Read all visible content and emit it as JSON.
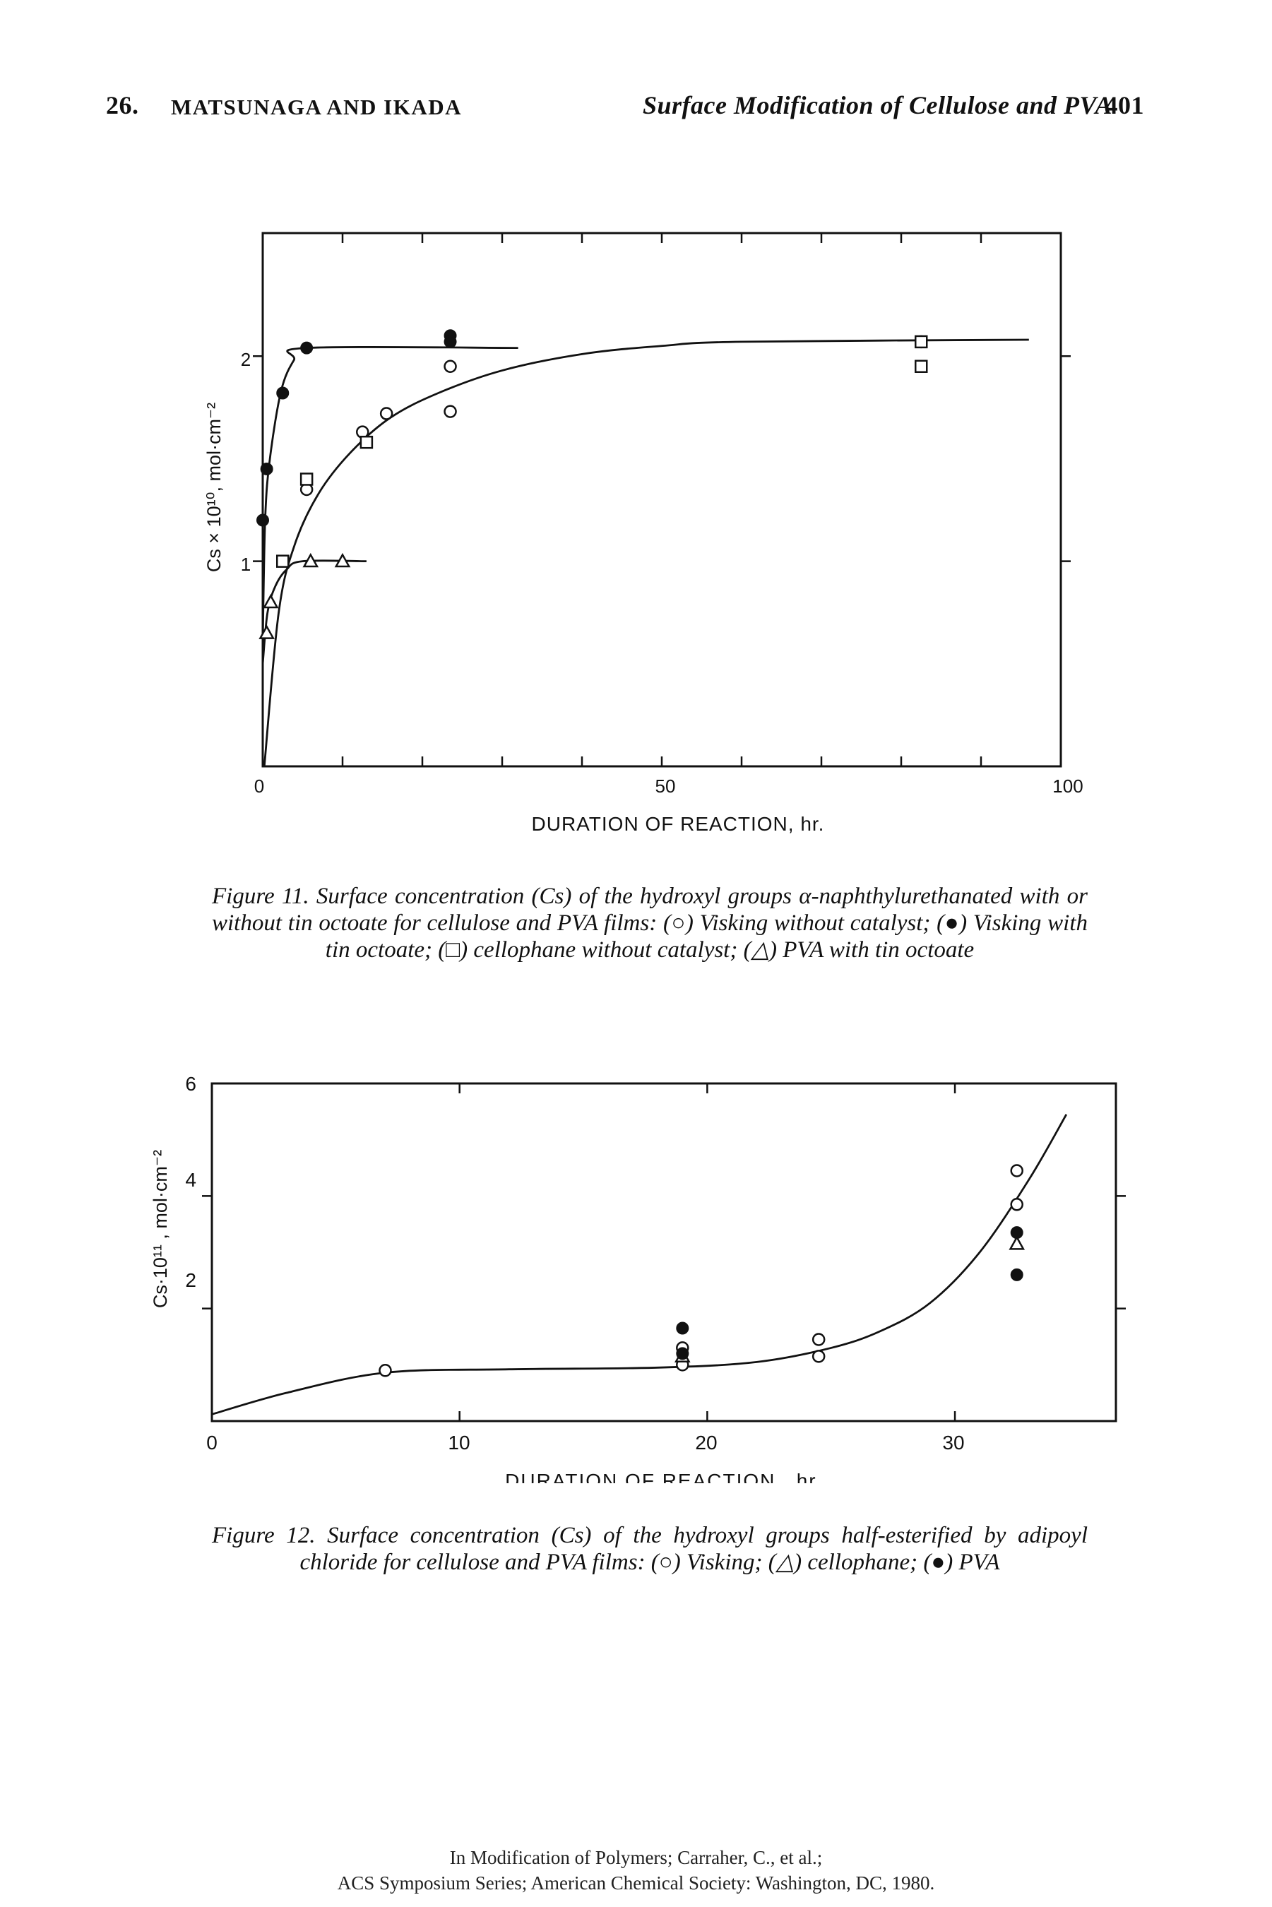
{
  "header": {
    "chapter": "26.",
    "authors": "MATSUNAGA AND IKADA",
    "title": "Surface Modification of Cellulose and PVA",
    "page": "401"
  },
  "chart_data": [
    {
      "type": "scatter",
      "xlabel": "DURATION OF REACTION, hr.",
      "ylabel": "Cs × 10¹⁰, mol·cm⁻²",
      "xlim": [
        0,
        100
      ],
      "ylim": [
        0,
        2.6
      ],
      "x_ticks": [
        "0",
        "50",
        "100"
      ],
      "y_ticks": [
        "1",
        "2"
      ],
      "series": [
        {
          "name": "(○) Visking without catalyst",
          "marker": "circle-open",
          "points": [
            [
              5.5,
              1.35
            ],
            [
              12.5,
              1.63
            ],
            [
              15.5,
              1.72
            ],
            [
              23.5,
              1.95
            ],
            [
              23.5,
              1.73
            ],
            [
              82.5,
              2.07
            ]
          ],
          "curve": [
            [
              0.2,
              0.0
            ],
            [
              2,
              0.75
            ],
            [
              4,
              1.08
            ],
            [
              7,
              1.33
            ],
            [
              11,
              1.53
            ],
            [
              16,
              1.7
            ],
            [
              22,
              1.82
            ],
            [
              30,
              1.93
            ],
            [
              40,
              2.01
            ],
            [
              50,
              2.05
            ],
            [
              60,
              2.07
            ],
            [
              96,
              2.08
            ]
          ]
        },
        {
          "name": "(●) Visking with tin octoate",
          "marker": "circle-filled",
          "points": [
            [
              0,
              1.2
            ],
            [
              0.5,
              1.45
            ],
            [
              2.5,
              1.82
            ],
            [
              5.5,
              2.04
            ],
            [
              23.5,
              2.1
            ],
            [
              23.5,
              2.07
            ]
          ],
          "curve": [
            [
              0,
              0.6
            ],
            [
              0.3,
              1.2
            ],
            [
              0.9,
              1.5
            ],
            [
              2.3,
              1.83
            ],
            [
              3.9,
              1.98
            ],
            [
              5.5,
              2.04
            ],
            [
              32,
              2.04
            ]
          ]
        },
        {
          "name": "(□) cellophane without catalyst",
          "marker": "square-open",
          "points": [
            [
              2.5,
              1.0
            ],
            [
              5.5,
              1.4
            ],
            [
              13,
              1.58
            ],
            [
              82.5,
              2.07
            ],
            [
              82.5,
              1.95
            ]
          ]
        },
        {
          "name": "(△) PVA with tin octoate",
          "marker": "triangle-open",
          "points": [
            [
              0.5,
              0.65
            ],
            [
              1,
              0.8
            ],
            [
              6,
              1.0
            ],
            [
              10,
              1.0
            ]
          ],
          "curve": [
            [
              0,
              0.5
            ],
            [
              0.6,
              0.75
            ],
            [
              1.6,
              0.88
            ],
            [
              3,
              0.96
            ],
            [
              5,
              1.0
            ],
            [
              13,
              1.0
            ]
          ]
        }
      ]
    },
    {
      "type": "scatter",
      "xlabel": "DURATION OF REACTION , hr.",
      "ylabel": "Cs·10¹¹ , mol·cm⁻²",
      "xlim": [
        0,
        36.5
      ],
      "ylim": [
        0,
        6
      ],
      "x_ticks": [
        "0",
        "10",
        "20",
        "30"
      ],
      "y_ticks": [
        "2",
        "4",
        "6"
      ],
      "series": [
        {
          "name": "(○) Visking",
          "marker": "circle-open",
          "points": [
            [
              7,
              0.9
            ],
            [
              19,
              1.3
            ],
            [
              19,
              1.0
            ],
            [
              24.5,
              1.45
            ],
            [
              24.5,
              1.15
            ],
            [
              32.5,
              4.45
            ],
            [
              32.5,
              3.85
            ]
          ],
          "curve": [
            [
              0,
              0.12
            ],
            [
              3,
              0.5
            ],
            [
              7,
              0.86
            ],
            [
              12,
              0.92
            ],
            [
              18,
              0.95
            ],
            [
              22,
              1.05
            ],
            [
              25,
              1.3
            ],
            [
              27,
              1.6
            ],
            [
              29,
              2.1
            ],
            [
              31,
              3.0
            ],
            [
              33,
              4.3
            ],
            [
              34.5,
              5.45
            ]
          ]
        },
        {
          "name": "(△) cellophane",
          "marker": "triangle-open",
          "points": [
            [
              19,
              1.15
            ],
            [
              32.5,
              3.15
            ]
          ]
        },
        {
          "name": "(●) PVA",
          "marker": "circle-filled",
          "points": [
            [
              19,
              1.65
            ],
            [
              19,
              1.2
            ],
            [
              32.5,
              3.35
            ],
            [
              32.5,
              2.6
            ]
          ]
        }
      ]
    }
  ],
  "figure11": {
    "caption": "Figure 11. Surface concentration (Cs) of the hydroxyl groups α-naphthylurethanated with or without tin octoate for cellulose and PVA films: (○) Visking without catalyst; (●) Visking with tin octoate; (□) cellophane without catalyst; (△) PVA with tin octoate"
  },
  "figure12": {
    "caption": "Figure 12. Surface concentration (Cs) of the hydroxyl groups half-esterified by adipoyl chloride for cellulose and PVA films: (○) Visking; (△) cellophane; (●) PVA"
  },
  "footer": {
    "line1": "In Modification of Polymers; Carraher, C., et al.;",
    "line2": "ACS Symposium Series; American Chemical Society: Washington, DC, 1980."
  }
}
